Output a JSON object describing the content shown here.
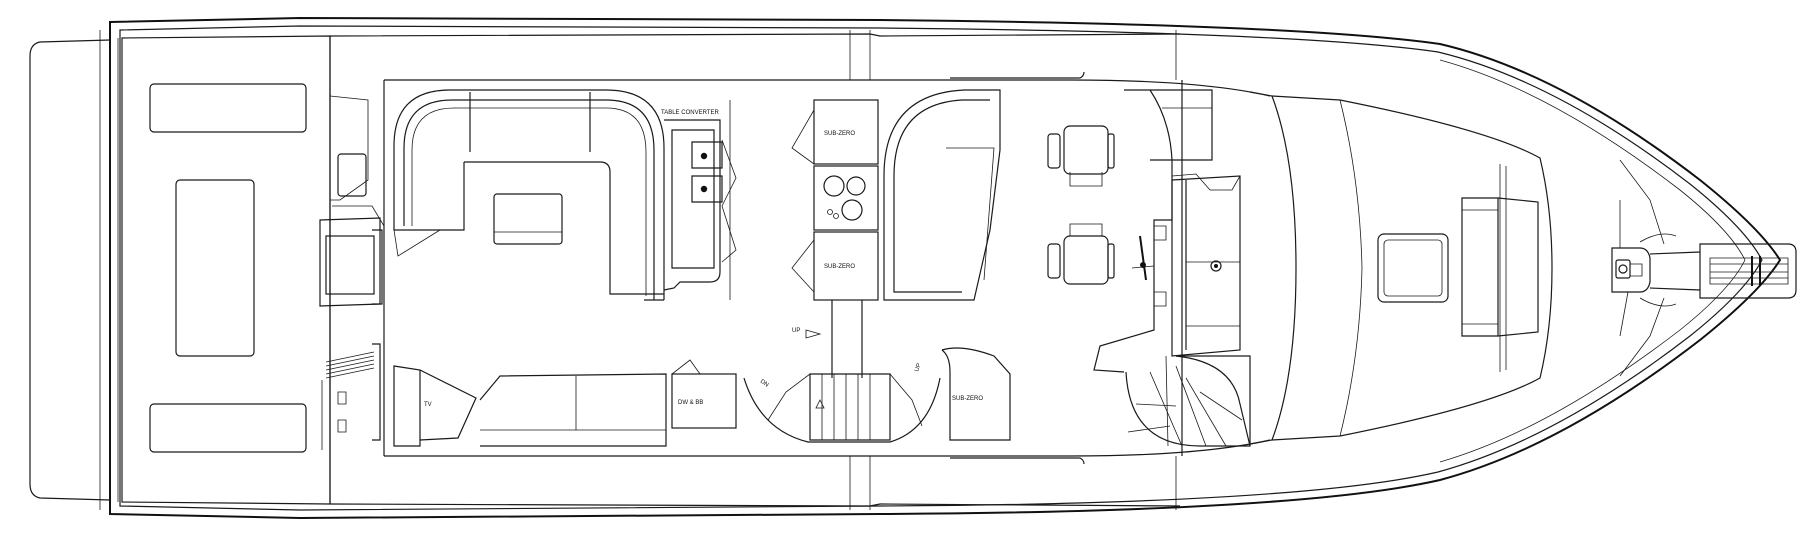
{
  "labels": {
    "table_converter": "TABLE CONVERTER",
    "subzero_top": "SUB-ZERO",
    "subzero_middle": "SUB-ZERO",
    "subzero_bottom": "SUB-ZERO",
    "tv": "TV",
    "dw": "DW & BB",
    "up": "UP",
    "dn": "DN",
    "up_stair": "UP"
  },
  "colors": {
    "line": "#1a1a1a",
    "background": "#ffffff"
  }
}
